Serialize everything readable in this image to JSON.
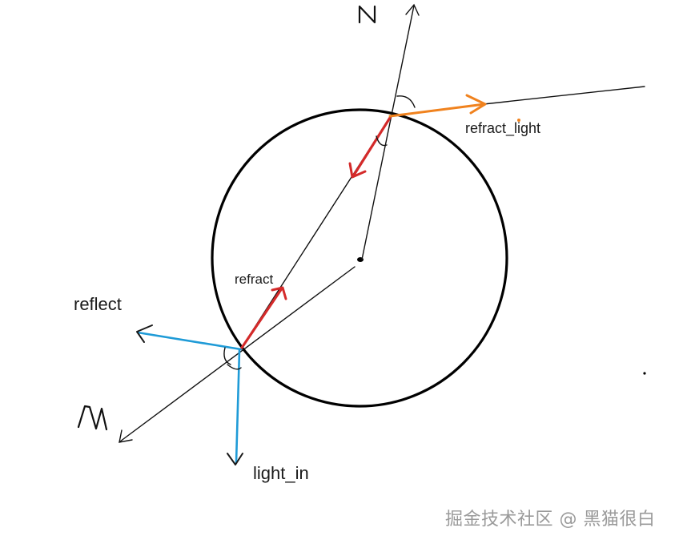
{
  "labels": {
    "normal_top": "N",
    "normal_bottom": "N",
    "reflect": "reflect",
    "refract": "refract",
    "refract_light": "refract_light",
    "light_in": "light_in"
  },
  "watermark": "掘金技术社区 @ 黑猫很白",
  "colors": {
    "circle": "#000000",
    "normal": "#000000",
    "light_in": "#1f9bd7",
    "reflect": "#1f9bd7",
    "refract": "#d42a2a",
    "refract_light": "#f0821e"
  }
}
